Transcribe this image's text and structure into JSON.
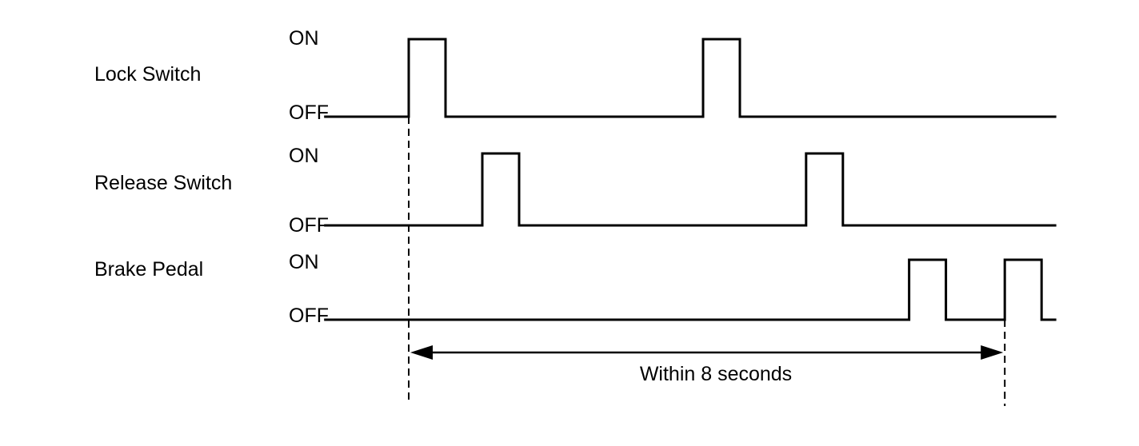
{
  "signals": [
    {
      "name": "Lock Switch",
      "on_label": "ON",
      "off_label": "OFF",
      "pulses": [
        [
          1,
          2
        ],
        [
          9,
          10
        ]
      ]
    },
    {
      "name": "Release Switch",
      "on_label": "ON",
      "off_label": "OFF",
      "pulses": [
        [
          3,
          4
        ],
        [
          11.8,
          12.8
        ]
      ]
    },
    {
      "name": "Brake Pedal",
      "on_label": "ON",
      "off_label": "OFF",
      "pulses": [
        [
          14.6,
          15.6
        ],
        [
          17.2,
          18.2
        ]
      ]
    }
  ],
  "time_range": [
    -1.3,
    18.6
  ],
  "interval": {
    "start": 1,
    "end": 17.2,
    "label": "Within 8 seconds"
  },
  "colors": {
    "line": "#000000",
    "background": "#ffffff"
  }
}
